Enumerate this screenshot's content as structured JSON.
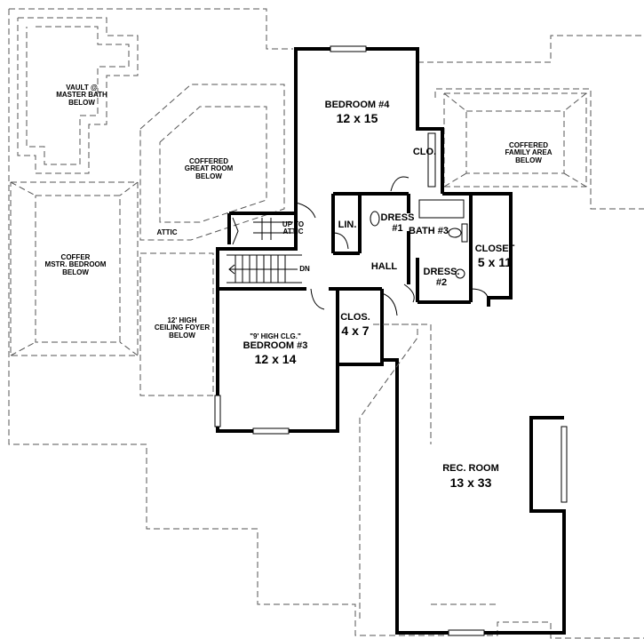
{
  "labels": {
    "vault_bath": "VAULT @\nMASTER BATH\nBELOW",
    "coffered_great_room": "COFFERED\nGREAT ROOM\nBELOW",
    "coffer_master_bedroom": "COFFER\nMSTR. BEDROOM\nBELOW",
    "attic": "ATTIC",
    "foyer": "12' HIGH\nCEILING FOYER\nBELOW",
    "bedroom4_name": "BEDROOM #4",
    "bedroom4_size": "12 x 15",
    "clo": "CLO.",
    "coffered_family_area": "COFFERED\nFAMILY AREA\nBELOW",
    "up_to_attic": "UP TO\nATTIC",
    "lin": "LIN.",
    "dress1": "DRESS\n#1",
    "bath3": "BATH #3",
    "closet_name": "CLOSET",
    "closet_size": "5 x 11",
    "dn": "DN",
    "hall": "HALL",
    "dress2": "DRESS.\n#2",
    "clos_name": "CLOS.",
    "clos_size": "4 x 7",
    "bedroom3_note": "\"9' HIGH CLG.\"",
    "bedroom3_name": "BEDROOM #3",
    "bedroom3_size": "12 x 14",
    "rec_room_name": "REC. ROOM",
    "rec_room_size": "13 x 33"
  }
}
